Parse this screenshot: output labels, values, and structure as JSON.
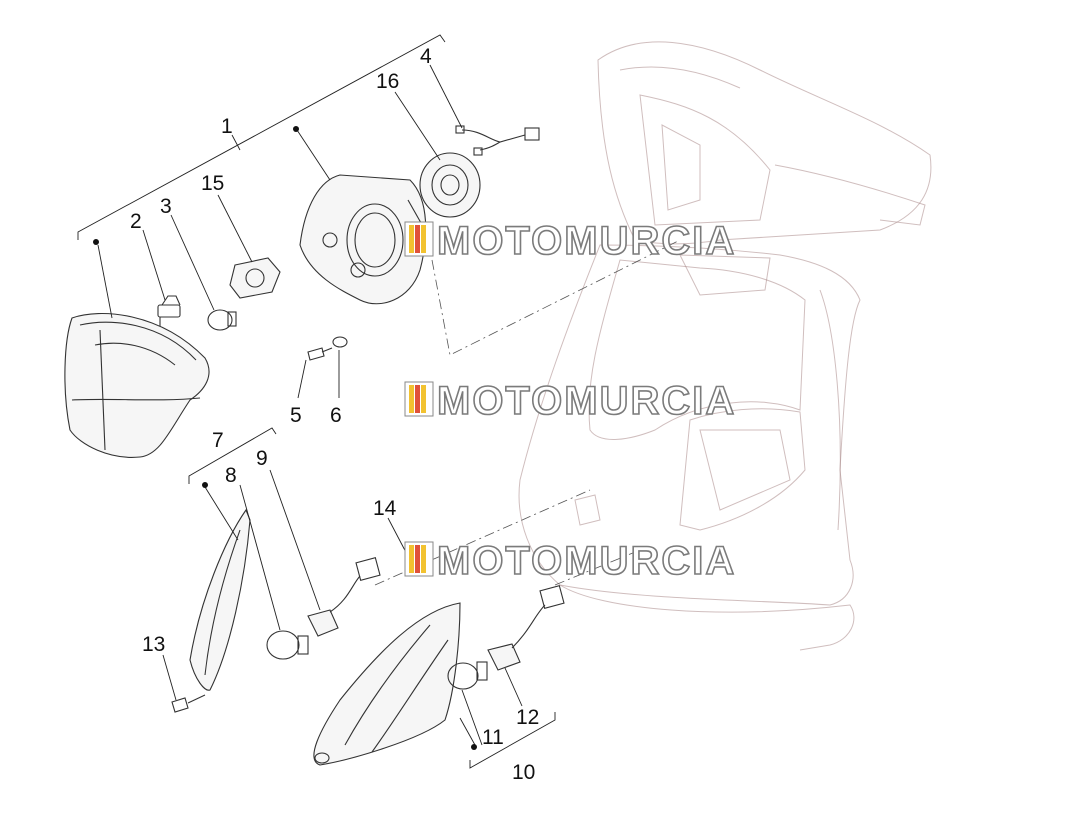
{
  "callouts": {
    "c1": "1",
    "c2": "2",
    "c3": "3",
    "c4": "4",
    "c5": "5",
    "c6": "6",
    "c7": "7",
    "c8": "8",
    "c9": "9",
    "c10": "10",
    "c11": "11",
    "c12": "12",
    "c13": "13",
    "c14": "14",
    "c15": "15",
    "c16": "16"
  },
  "watermark": {
    "text": "MOTOMURCIA",
    "flag_colors": [
      "#f2c230",
      "#e0523a",
      "#f2c230",
      "#e0523a"
    ]
  },
  "colors": {
    "scooter_outline": "#c9a0a0",
    "part_outline": "#333333"
  }
}
